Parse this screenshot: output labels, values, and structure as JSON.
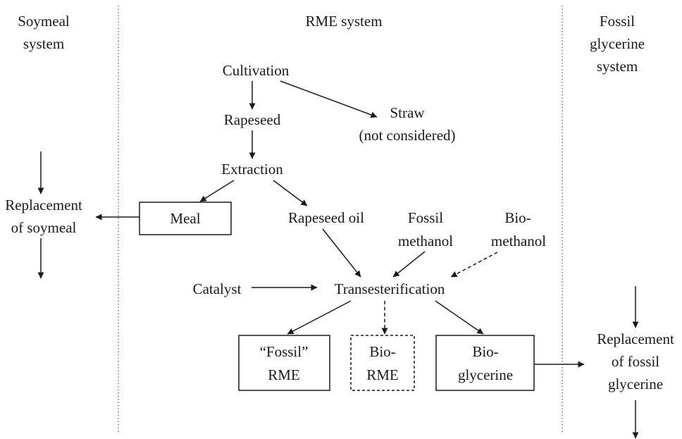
{
  "sections": {
    "soymeal": [
      "Soymeal",
      "system"
    ],
    "rme": "RME system",
    "fossil_glycerine": [
      "Fossil",
      "glycerine",
      "system"
    ]
  },
  "nodes": {
    "cultivation": "Cultivation",
    "rapeseed": "Rapeseed",
    "straw": [
      "Straw",
      "(not considered)"
    ],
    "extraction": "Extraction",
    "meal": "Meal",
    "replacement_soymeal": [
      "Replacement",
      "of soymeal"
    ],
    "rapeseed_oil": "Rapeseed oil",
    "fossil_methanol": [
      "Fossil",
      "methanol"
    ],
    "bio_methanol": [
      "Bio-",
      "methanol"
    ],
    "catalyst": "Catalyst",
    "transesterification": "Transesterification",
    "fossil_rme": [
      "“Fossil”",
      "RME"
    ],
    "bio_rme": [
      "Bio-",
      "RME"
    ],
    "bio_glycerine": [
      "Bio-",
      "glycerine"
    ],
    "replacement_glycerine": [
      "Replacement",
      "of fossil",
      "glycerine"
    ]
  },
  "colors": {
    "ink": "#1a1a1a",
    "background": "#ffffff"
  }
}
